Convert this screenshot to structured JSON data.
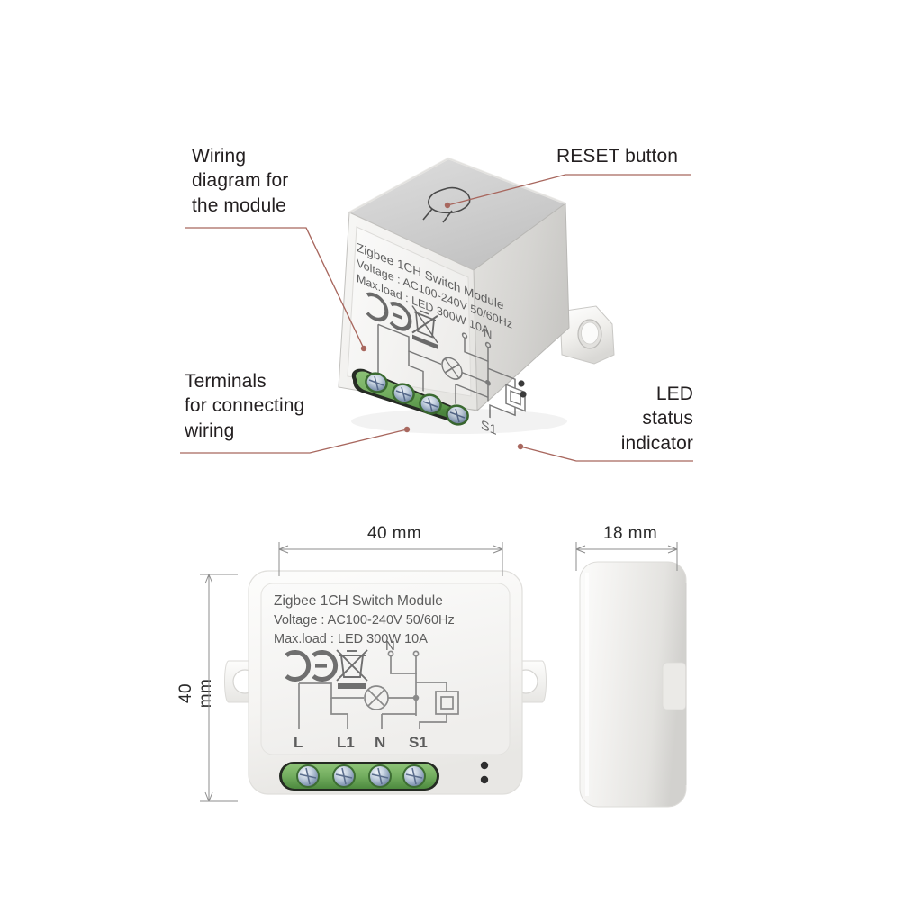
{
  "page": {
    "background": "#ffffff",
    "leader_color": "#a8675e",
    "text_color": "#231f20",
    "terminal_green": "#79b265",
    "screw_blue": "#9fb3cd"
  },
  "callouts": [
    {
      "id": "wiring-diagram",
      "name": "callout-wiring-diagram",
      "lines": [
        "Wiring",
        "diagram for",
        "the module"
      ],
      "text": "Wiring\ndiagram for\nthe module",
      "align": "left"
    },
    {
      "id": "reset-button",
      "name": "callout-reset-button",
      "lines": [
        "RESET button"
      ],
      "text": "RESET button",
      "align": "left"
    },
    {
      "id": "terminals",
      "name": "callout-terminals",
      "lines": [
        "Terminals",
        "for connecting",
        "wiring"
      ],
      "text": "Terminals\nfor connecting\nwiring",
      "align": "left"
    },
    {
      "id": "led-indicator",
      "name": "callout-led-status-indicator",
      "lines": [
        "LED",
        "status",
        "indicator"
      ],
      "text": "LED\nstatus\nindicator",
      "align": "right"
    }
  ],
  "product_label": {
    "title": "Zigbee 1CH Switch Module",
    "voltage": "Voltage : AC100-240V 50/60Hz",
    "max_load": "Max.load : LED 300W   10A",
    "certification_marks": [
      "ce-mark",
      "weee-crossed-bin"
    ],
    "terminal_names": [
      "L",
      "L1",
      "N",
      "S1"
    ],
    "neutral_tap": "N"
  },
  "dimensions": {
    "width": "40 mm",
    "height": "40 mm",
    "depth": "18 mm"
  },
  "hardware": {
    "terminal_count": 4,
    "led_dot_count": 2,
    "mounting_ear_count": 2,
    "reset_button": "reset-button-recess"
  }
}
